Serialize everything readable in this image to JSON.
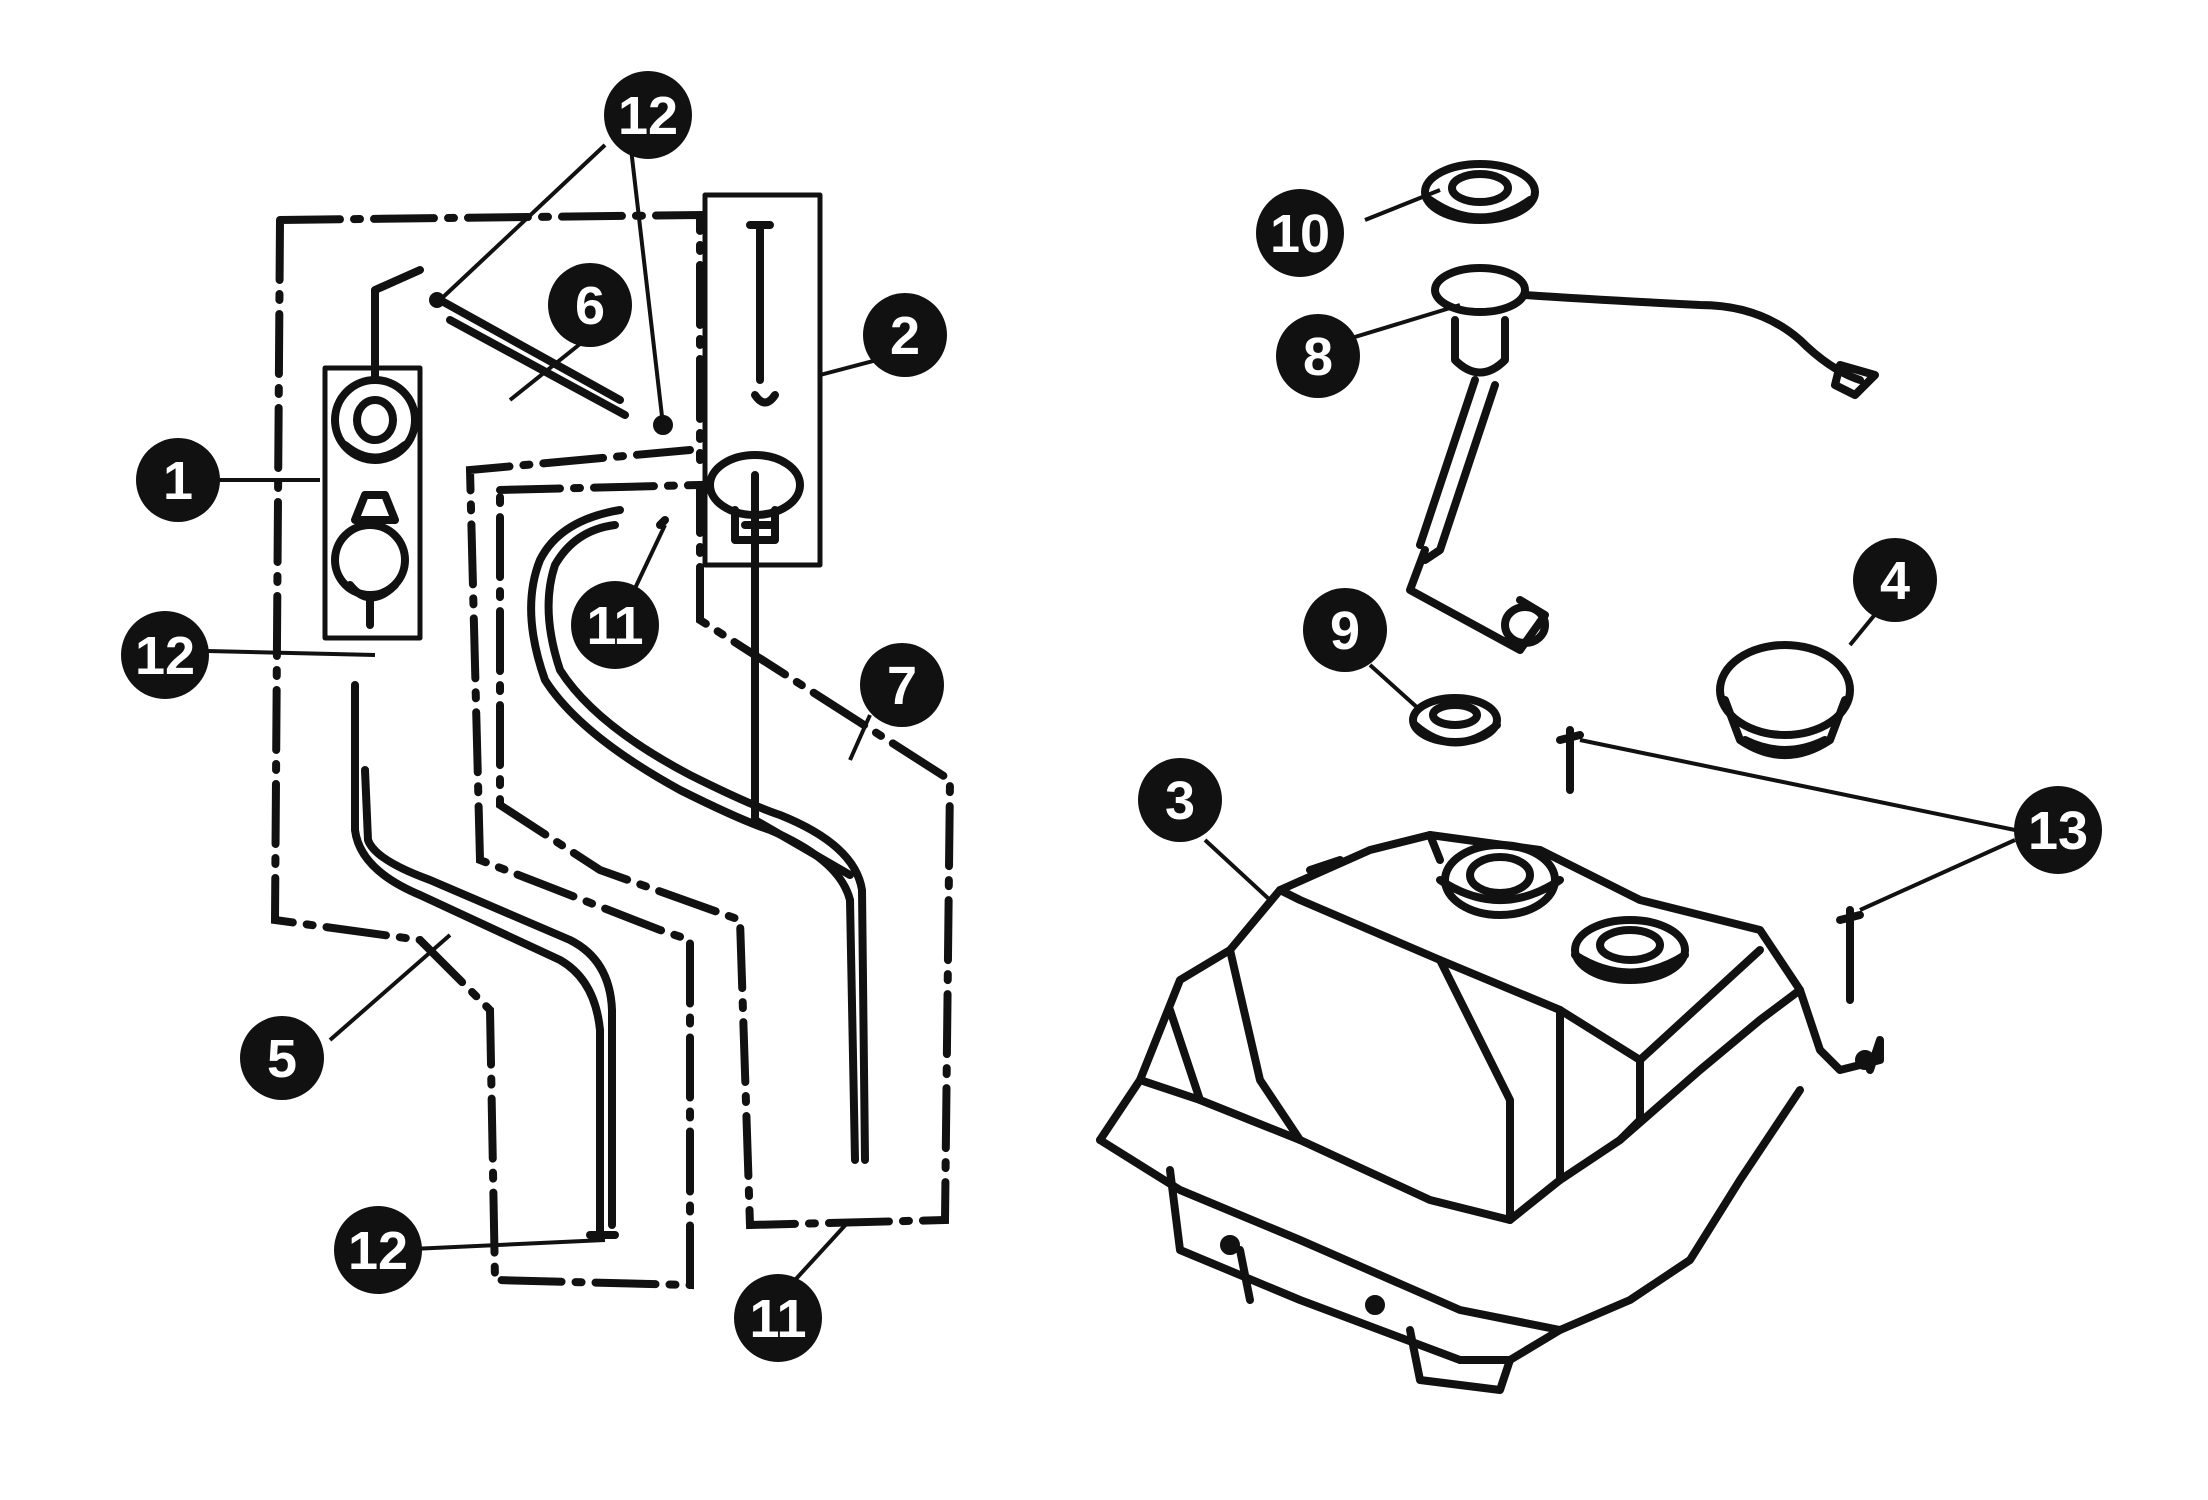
{
  "callouts": [
    {
      "id": "1",
      "label": "1"
    },
    {
      "id": "2",
      "label": "2"
    },
    {
      "id": "3",
      "label": "3"
    },
    {
      "id": "4",
      "label": "4"
    },
    {
      "id": "5",
      "label": "5"
    },
    {
      "id": "6",
      "label": "6"
    },
    {
      "id": "7",
      "label": "7"
    },
    {
      "id": "8",
      "label": "8"
    },
    {
      "id": "9",
      "label": "9"
    },
    {
      "id": "10",
      "label": "10"
    },
    {
      "id": "11a",
      "label": "11"
    },
    {
      "id": "11b",
      "label": "11"
    },
    {
      "id": "12a",
      "label": "12"
    },
    {
      "id": "12b",
      "label": "12"
    },
    {
      "id": "12c",
      "label": "12"
    },
    {
      "id": "13",
      "label": "13"
    }
  ]
}
